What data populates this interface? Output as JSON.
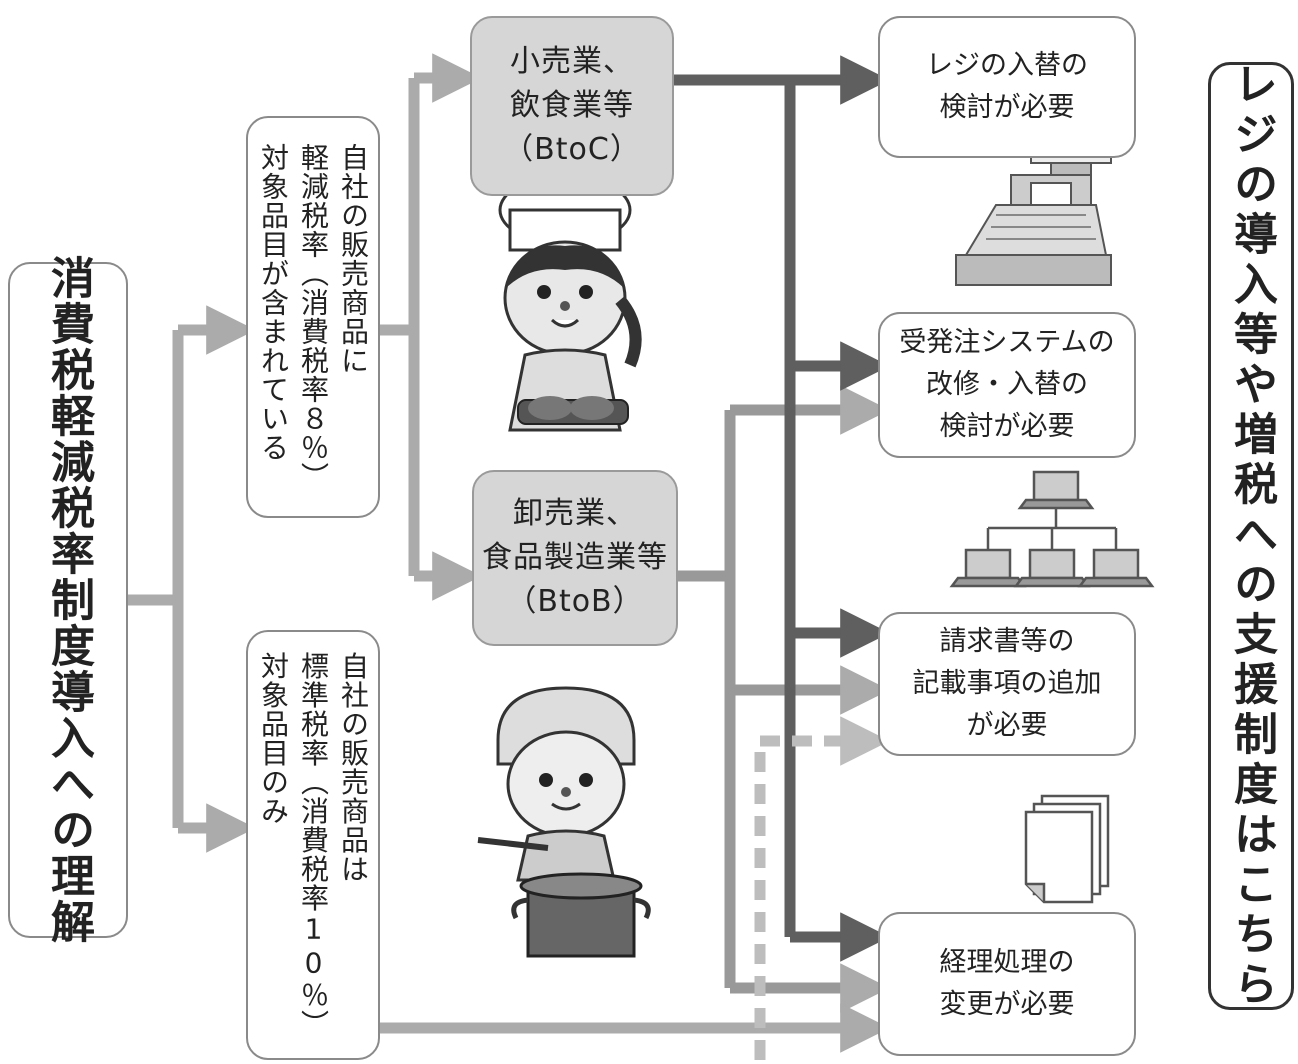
{
  "root": {
    "label": "消費税軽減税率制度導入への理解"
  },
  "branches": {
    "reduced": {
      "lines": [
        "自社の販売商品に",
        "軽減税率（消費税率８％）",
        "対象品目が含まれている"
      ]
    },
    "standard": {
      "lines": [
        "自社の販売商品は",
        "標準税率（消費税率10％）",
        "対象品目のみ"
      ]
    }
  },
  "business_types": {
    "btoc": {
      "lines": [
        "小売業、",
        "飲食業等",
        "（BtoC）"
      ]
    },
    "btob": {
      "lines": [
        "卸売業、",
        "食品製造業等",
        "（BtoB）"
      ]
    }
  },
  "outcomes": {
    "register": {
      "lines": [
        "レジの入替の",
        "検討が必要"
      ],
      "icon": "cash-register-icon"
    },
    "ordering": {
      "lines": [
        "受発注システムの",
        "改修・入替の",
        "検討が必要"
      ],
      "icon": "network-icon"
    },
    "invoice": {
      "lines": [
        "請求書等の",
        "記載事項の追加",
        "が必要"
      ],
      "icon": "documents-icon"
    },
    "accounting": {
      "lines": [
        "経理処理の",
        "変更が必要"
      ]
    }
  },
  "support": {
    "label": "レジの導入等や増税への支援制度はこちら"
  },
  "illustrations": {
    "chef": "chef-illustration",
    "cook": "cook-illustration"
  },
  "colors": {
    "dark_arrow": "#5f5f5f",
    "light_arrow": "#ababab",
    "box_fill": "#d6d6d6"
  }
}
